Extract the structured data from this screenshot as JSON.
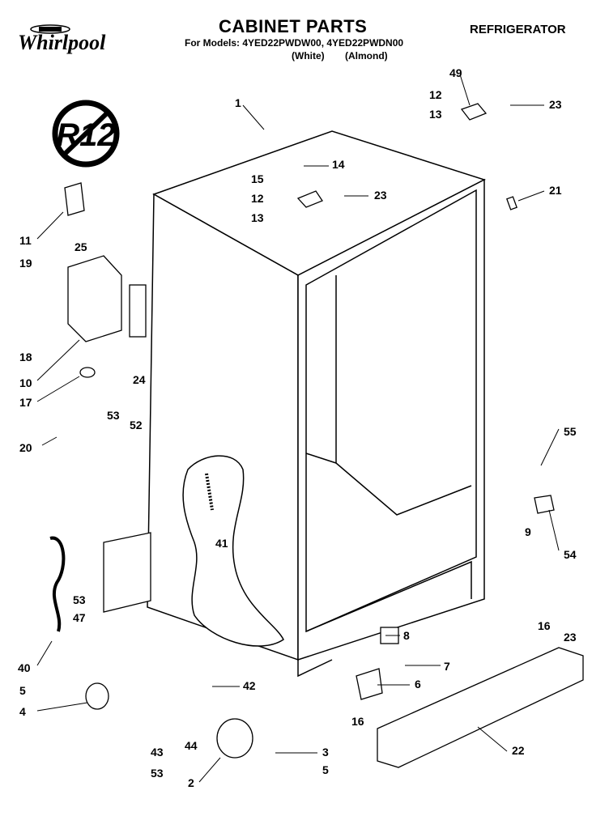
{
  "header": {
    "title": "CABINET PARTS",
    "models": "For Models: 4YED22PWDW00, 4YED22PWDN00",
    "colors": "(White) (Almond)",
    "section": "REFRIGERATOR",
    "brand": "Whirlpool",
    "badge": "R12"
  },
  "callouts": [
    "1",
    "49",
    "12",
    "13",
    "23",
    "14",
    "15",
    "12",
    "23",
    "13",
    "21",
    "11",
    "25",
    "19",
    "18",
    "10",
    "24",
    "17",
    "20",
    "53",
    "52",
    "41",
    "55",
    "9",
    "54",
    "16",
    "23",
    "53",
    "47",
    "40",
    "8",
    "7",
    "6",
    "5",
    "4",
    "42",
    "44",
    "43",
    "53",
    "3",
    "5",
    "2",
    "16",
    "22"
  ]
}
